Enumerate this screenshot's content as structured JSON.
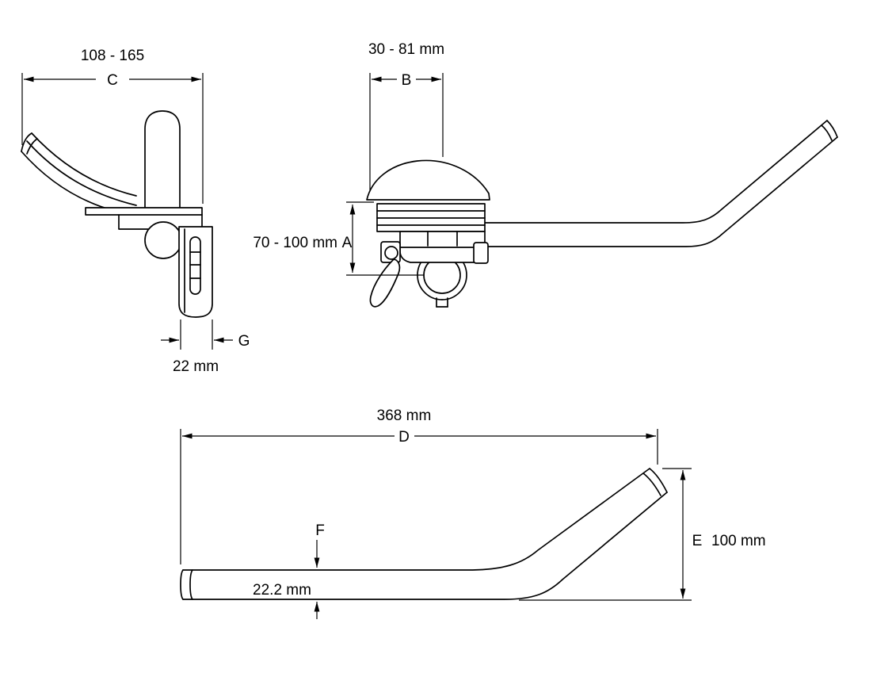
{
  "drawing": {
    "background": "#ffffff",
    "line_color": "#000000",
    "views": {
      "armrest_side": {
        "dim_c": {
          "range": "108 - 165",
          "label": "C"
        },
        "dim_g": {
          "label": "G",
          "value": "22 mm"
        }
      },
      "clamp_front": {
        "dim_b": {
          "range": "30 - 81 mm",
          "label": "B"
        },
        "dim_a": {
          "range": "70 - 100 mm",
          "label": "A"
        }
      },
      "extension_profile": {
        "dim_d": {
          "value": "368 mm",
          "label": "D"
        },
        "dim_e": {
          "label": "E",
          "value": "100 mm"
        },
        "dim_f": {
          "label": "F",
          "value": "22.2 mm"
        }
      }
    }
  }
}
